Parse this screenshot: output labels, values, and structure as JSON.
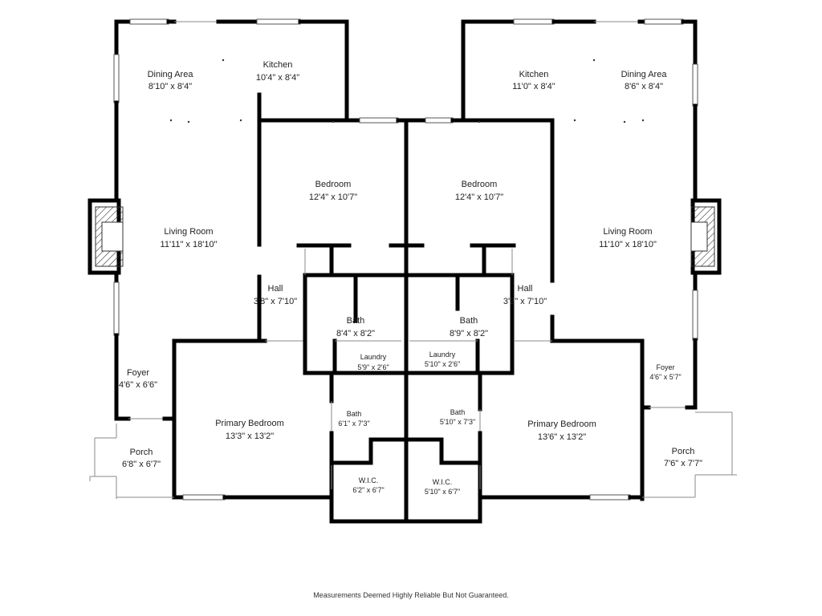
{
  "floorplan": {
    "rooms": [
      {
        "id": "dining-area-left",
        "name": "Dining Area",
        "dims": "8'10\" x 8'4\""
      },
      {
        "id": "kitchen-left",
        "name": "Kitchen",
        "dims": "10'4\" x 8'4\""
      },
      {
        "id": "kitchen-right",
        "name": "Kitchen",
        "dims": "11'0\" x 8'4\""
      },
      {
        "id": "dining-area-right",
        "name": "Dining Area",
        "dims": "8'6\" x 8'4\""
      },
      {
        "id": "bedroom-left",
        "name": "Bedroom",
        "dims": "12'4\" x 10'7\""
      },
      {
        "id": "bedroom-right",
        "name": "Bedroom",
        "dims": "12'4\" x 10'7\""
      },
      {
        "id": "living-room-left",
        "name": "Living Room",
        "dims": "11'11\" x 18'10\""
      },
      {
        "id": "living-room-right",
        "name": "Living Room",
        "dims": "11'10\" x 18'10\""
      },
      {
        "id": "hall-left",
        "name": "Hall",
        "dims": "3'8\" x 7'10\""
      },
      {
        "id": "hall-right",
        "name": "Hall",
        "dims": "3'2\" x 7'10\""
      },
      {
        "id": "bath-left",
        "name": "Bath",
        "dims": "8'4\" x 8'2\""
      },
      {
        "id": "bath-right",
        "name": "Bath",
        "dims": "8'9\" x 8'2\""
      },
      {
        "id": "laundry-left",
        "name": "Laundry",
        "dims": "5'9\" x 2'6\""
      },
      {
        "id": "laundry-right",
        "name": "Laundry",
        "dims": "5'10\" x 2'6\""
      },
      {
        "id": "foyer-left",
        "name": "Foyer",
        "dims": "4'6\" x 6'6\""
      },
      {
        "id": "foyer-right",
        "name": "Foyer",
        "dims": "4'6\" x 5'7\""
      },
      {
        "id": "primary-bedroom-left",
        "name": "Primary Bedroom",
        "dims": "13'3\" x 13'2\""
      },
      {
        "id": "primary-bedroom-right",
        "name": "Primary Bedroom",
        "dims": "13'6\" x 13'2\""
      },
      {
        "id": "bath-2-left",
        "name": "Bath",
        "dims": "6'1\" x 7'3\""
      },
      {
        "id": "bath-2-right",
        "name": "Bath",
        "dims": "5'10\" x 7'3\""
      },
      {
        "id": "porch-left",
        "name": "Porch",
        "dims": "6'8\" x 6'7\""
      },
      {
        "id": "porch-right",
        "name": "Porch",
        "dims": "7'6\" x 7'7\""
      },
      {
        "id": "wic-left",
        "name": "W.I.C.",
        "dims": "6'2\" x 6'7\""
      },
      {
        "id": "wic-right",
        "name": "W.I.C.",
        "dims": "5'10\" x 6'7\""
      }
    ],
    "disclaimer": "Measurements Deemed Highly Reliable But Not Guaranteed."
  }
}
